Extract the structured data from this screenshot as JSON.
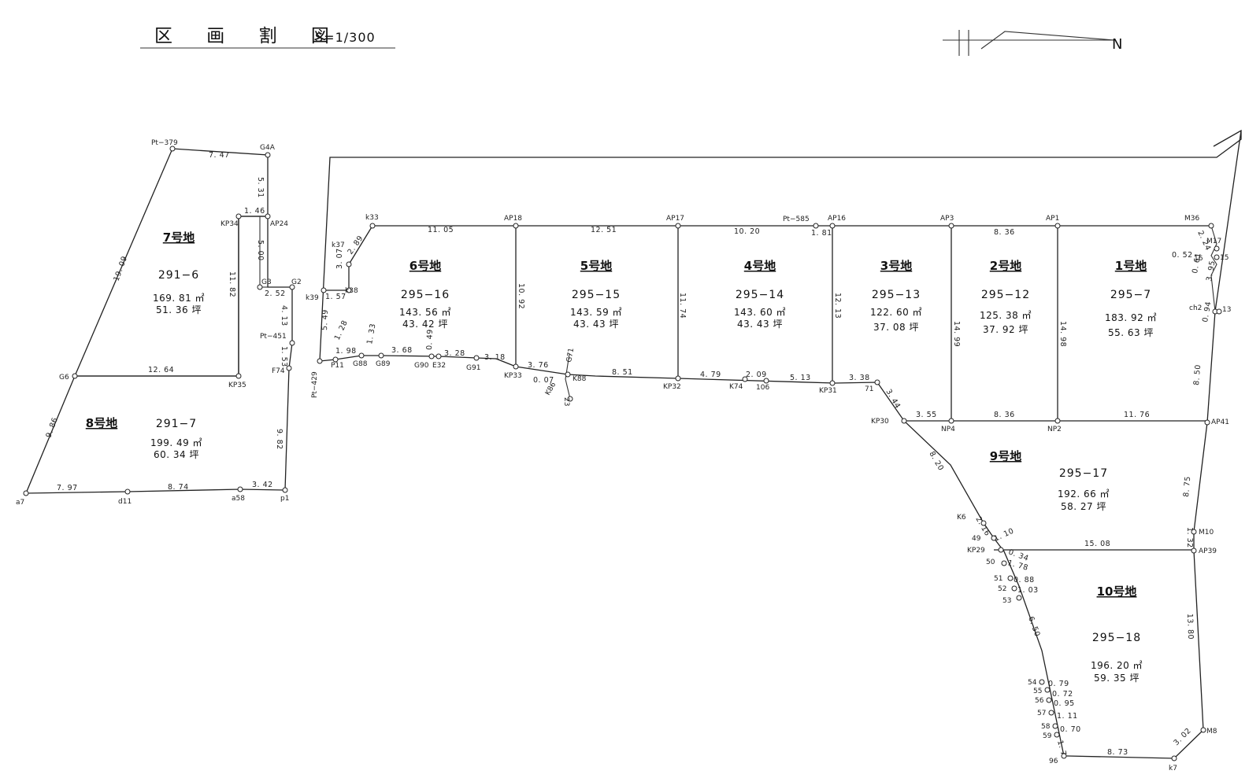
{
  "header": {
    "title": "区 画 割 図",
    "scale": "S=1/300",
    "north": "N"
  },
  "lots": {
    "l1": {
      "name": "1号地",
      "number": "295−7",
      "area_m2": "183. 92 ㎡",
      "area_tsubo": "55. 63 坪"
    },
    "l2": {
      "name": "2号地",
      "number": "295−12",
      "area_m2": "125. 38 ㎡",
      "area_tsubo": "37. 92 坪"
    },
    "l3": {
      "name": "3号地",
      "number": "295−13",
      "area_m2": "122. 60 ㎡",
      "area_tsubo": "37. 08 坪"
    },
    "l4": {
      "name": "4号地",
      "number": "295−14",
      "area_m2": "143. 60 ㎡",
      "area_tsubo": "43. 43 坪"
    },
    "l5": {
      "name": "5号地",
      "number": "295−15",
      "area_m2": "143. 59 ㎡",
      "area_tsubo": "43. 43 坪"
    },
    "l6": {
      "name": "6号地",
      "number": "295−16",
      "area_m2": "143. 56 ㎡",
      "area_tsubo": "43. 42 坪"
    },
    "l7": {
      "name": "7号地",
      "number": "291−6",
      "area_m2": "169. 81 ㎡",
      "area_tsubo": "51. 36 坪"
    },
    "l8": {
      "name": "8号地",
      "number": "291−7",
      "area_m2": "199. 49 ㎡",
      "area_tsubo": "60. 34 坪"
    },
    "l9": {
      "name": "9号地",
      "number": "295−17",
      "area_m2": "192. 66 ㎡",
      "area_tsubo": "58. 27 坪"
    },
    "l10": {
      "name": "10号地",
      "number": "295−18",
      "area_m2": "196. 20 ㎡",
      "area_tsubo": "59. 35 坪"
    }
  },
  "points": {
    "pt379": "Pt−379",
    "g4a": "G4A",
    "kp34": "KP34",
    "ap24": "AP24",
    "g3": "G3",
    "g2": "G2",
    "pt451": "Pt−451",
    "f74": "F74",
    "g6": "G6",
    "kp35": "KP35",
    "a7": "a7",
    "d11": "d11",
    "a58": "a58",
    "p1": "p1",
    "k33": "k33",
    "k37": "k37",
    "k38": "k38",
    "k39": "k39",
    "pt429": "Pt−429",
    "p11": "P11",
    "g88": "G88",
    "g89": "G89",
    "g90": "G90",
    "e32": "E32",
    "g91": "G91",
    "kp33": "KP33",
    "g71": "G71",
    "k88": "K88",
    "k86": "K86",
    "ap18": "AP18",
    "ap17": "AP17",
    "pt585": "Pt−585",
    "ap16": "AP16",
    "ap3": "AP3",
    "ap1": "AP1",
    "m36": "M36",
    "m17": "M17",
    "p16": "16",
    "p15": "15",
    "ch2": "ch2",
    "p13": "13",
    "kp32": "KP32",
    "k74": "K74",
    "p106": "106",
    "kp31": "KP31",
    "p71": "71",
    "kp30": "KP30",
    "np4": "NP4",
    "np2": "NP2",
    "ap41": "AP41",
    "k6": "K6",
    "p49": "49",
    "kp29": "KP29",
    "p50": "50",
    "p51": "51",
    "p52": "52",
    "p53": "53",
    "m10": "M10",
    "ap39": "AP39",
    "p54": "54",
    "p55": "55",
    "p56": "56",
    "p57": "57",
    "p58": "58",
    "p59": "59",
    "p96": "96",
    "k7": "k7",
    "m8": "M8",
    "p23": "23"
  },
  "dimensions": {
    "d747": "7. 47",
    "d531": "5. 31",
    "d146": "1. 46",
    "d500": "5. 00",
    "d1182": "11. 82",
    "d252": "2. 52",
    "d413": "4. 13",
    "d153": "1. 53",
    "d1909": "19. 09",
    "d1264": "12. 64",
    "d986": "9. 86",
    "d982": "9. 82",
    "d797": "7. 97",
    "d874": "8. 74",
    "d342": "3. 42",
    "d289": "2. 89",
    "d307": "3. 07",
    "d157": "1. 57",
    "d549": "5. 49",
    "d128": "1. 28",
    "d133": "1. 33",
    "d198": "1. 98",
    "d368": "3. 68",
    "d049": "0. 49",
    "d328": "3. 28",
    "d318": "3. 18",
    "d376": "3. 76",
    "d007": "0. 07",
    "d1105": "11. 05",
    "d1092": "10. 92",
    "d1251": "12. 51",
    "d1174": "11. 74",
    "d1020": "10. 20",
    "d181": "1. 81",
    "d1213": "12. 13",
    "d836": "8. 36",
    "d1499": "14. 99",
    "d1498": "14. 98",
    "d224": "2. 24",
    "d052": "0. 52",
    "d061": "0. 61",
    "d395": "3. 95",
    "d094": "0. 94",
    "d851": "8. 51",
    "d479": "4. 79",
    "d209": "2. 09",
    "d513": "5. 13",
    "d338": "3. 38",
    "d344": "3. 44",
    "d355": "3. 55",
    "d836b": "8. 36",
    "d1176": "11. 76",
    "d850": "8. 50",
    "d820": "8. 20",
    "d875": "8. 75",
    "d216": "2. 16",
    "d110": "1. 10",
    "d034": "0. 34",
    "d178": "1. 78",
    "d1508": "15. 08",
    "d132": "1. 32",
    "d088": "0. 88",
    "d103": "1. 03",
    "d650": "6. 50",
    "d1380": "13. 80",
    "d079": "0. 79",
    "d072": "0. 72",
    "d095": "0. 95",
    "d111": "1. 11",
    "d070": "0. 70",
    "d017": "1. 7",
    "d873": "8. 73",
    "d302": "3. 02"
  }
}
